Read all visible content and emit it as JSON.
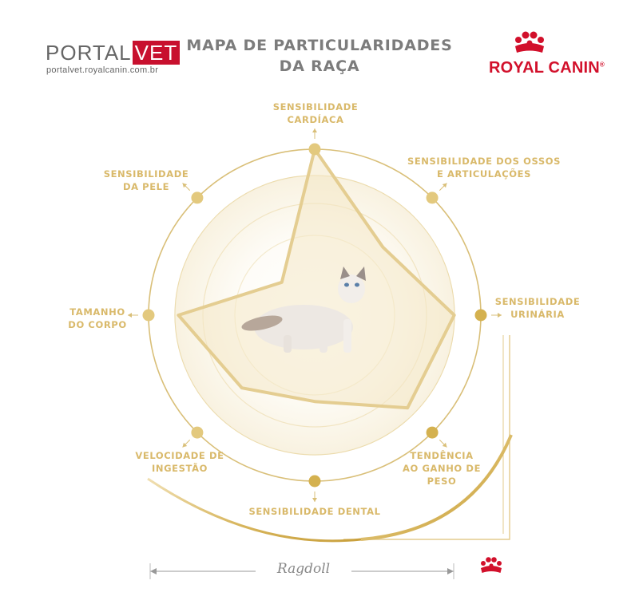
{
  "header": {
    "title_line1": "MAPA DE PARTICULARIDADES",
    "title_line2": "DA RAÇA",
    "portal_left": "PORTAL",
    "portal_right": "VET",
    "portal_url": "portalvet.royalcanin.com.br",
    "brand": "ROYAL CANIN",
    "brand_mark": "®"
  },
  "axes": [
    {
      "id": "cardiaca",
      "line1": "SENSIBILIDADE",
      "line2": "CARDÍACA",
      "value": 1.0
    },
    {
      "id": "ossos",
      "line1": "SENSIBILIDADE DOS OSSOS",
      "line2": "E ARTICULAÇÕES",
      "value": 0.58
    },
    {
      "id": "urinaria",
      "line1": "SENSIBILIDADE",
      "line2": "URINÁRIA",
      "value": 0.84
    },
    {
      "id": "peso",
      "line1": "TENDÊNCIA",
      "line2": "AO GANHO DE",
      "line3": "PESO",
      "value": 0.79
    },
    {
      "id": "dental",
      "line1": "SENSIBILIDADE DENTAL",
      "value": 0.52
    },
    {
      "id": "ingestao",
      "line1": "VELOCIDADE DE",
      "line2": "INGESTÃO",
      "value": 0.62
    },
    {
      "id": "corpo",
      "line1": "TAMANHO",
      "line2": "DO CORPO",
      "value": 0.82
    },
    {
      "id": "pele",
      "line1": "SENSIBILIDADE",
      "line2": "DA PELE",
      "value": 0.28
    }
  ],
  "footer": {
    "breed": "Ragdoll"
  },
  "colors": {
    "gold": "#d9b96a",
    "gold_dark": "#c9a640",
    "ring": "#e2c98a",
    "red": "#c8102e"
  }
}
